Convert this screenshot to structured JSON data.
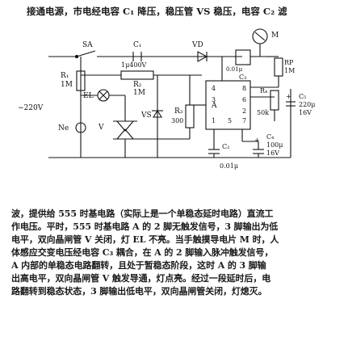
{
  "text": {
    "top_line": "接通电源，市电经电容 C₁ 降压，稳压管 VS 稳压，电容 C₂ 滤",
    "body_lines": [
      "波，提供给 555 时基电路（实际上是一个单稳态延时电路）直流工",
      "作电压。平时，555 时基电路 A 的 2 脚无触发信号，3 脚输出为低",
      "电平，双向晶闸管 V 关闭，灯 EL 不亮。当手触摸导电片 M 时，人",
      "体感应交变电压经电容 C₃ 耦合，在 A 的 2 脚输入脉冲触发信号，",
      "A 内部的单稳态电路翻转，且处于暂稳态阶段，这时 A 的 3 脚输",
      "出高电平，双向晶闸管 V 触发导通，灯点亮。经过一段延时后，电",
      "路翻转到稳态状态，3 脚输出低电平，双向晶闸管关闭，灯熄灭。"
    ]
  },
  "circuit": {
    "labels": {
      "sa": "SA",
      "c1": "C₁",
      "c1_value": "1μ400V",
      "vd": "VD",
      "m": "M",
      "r1": "R₁",
      "r1_value": "1M",
      "r2": "R₂",
      "r2_value": "1M",
      "el": "EL",
      "vs": "VS",
      "v": "V",
      "ne": "Ne",
      "supply": "~220V",
      "r3": "R₃",
      "r3_value": "300",
      "a": "A",
      "c3_top_value": "0.01μ",
      "c3_top": "C₃",
      "rp": "RP",
      "rp_value": "1M",
      "r4": "R₄",
      "r4_value": "50k",
      "c5": "C₅",
      "c5_value1": "220μ",
      "c5_value2": "16V",
      "c4": "C₄",
      "c4_value1": "100μ",
      "c4_value2": "16V",
      "c2": "C₂",
      "c2_value": "0.01μ",
      "plus1": "+",
      "plus2": "+",
      "pin4": "4",
      "pin8": "8",
      "pin3": "3",
      "pin6": "6",
      "pin1": "1",
      "pin5": "5",
      "pin7": "7",
      "pin2": "2"
    }
  }
}
